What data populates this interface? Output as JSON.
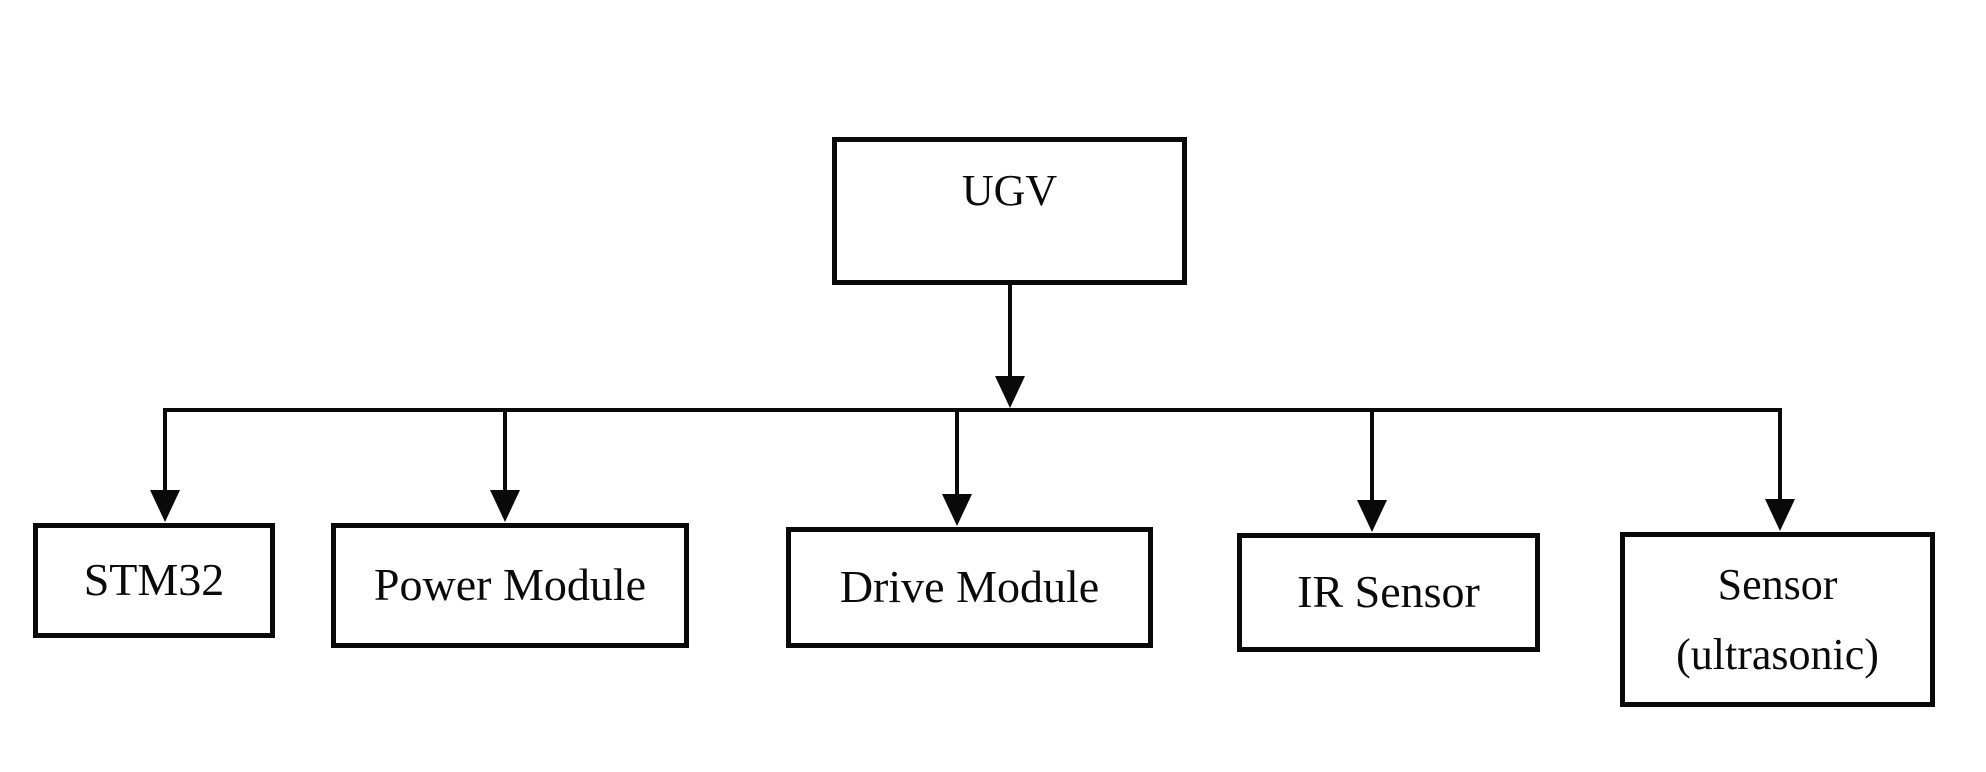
{
  "diagram": {
    "type": "tree",
    "background_color": "#ffffff",
    "line_color": "#0a0a0a",
    "text_color": "#0a0a0a",
    "root": {
      "label": "UGV"
    },
    "children": [
      {
        "label": "STM32"
      },
      {
        "label": "Power Module"
      },
      {
        "label": "Drive Module"
      },
      {
        "label": "IR Sensor"
      },
      {
        "label": "Sensor",
        "label_line2": "(ultrasonic)"
      }
    ]
  }
}
